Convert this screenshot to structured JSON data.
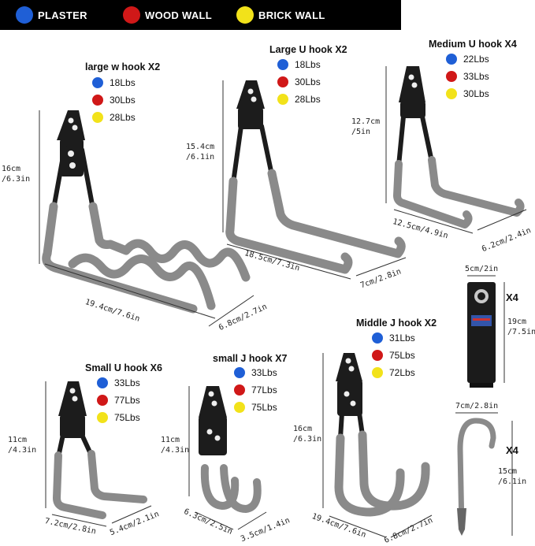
{
  "colors": {
    "plaster": "#1f5fd6",
    "wood": "#d01818",
    "brick": "#f2e21a",
    "hook_gray": "#8a8a8a",
    "plate": "#1c1c1c"
  },
  "legend": {
    "plaster": "PLASTER",
    "wood": "WOOD WALL",
    "brick": "BRICK WALL"
  },
  "hooks": {
    "large_w": {
      "title": "large w hook X2",
      "weights": [
        "18Lbs",
        "30Lbs",
        "28Lbs"
      ],
      "height": [
        "16cm",
        "/6.3in"
      ],
      "width": "19.4cm/7.6in",
      "depth": "6.8cm/2.7in"
    },
    "large_u": {
      "title": "Large U hook X2",
      "weights": [
        "18Lbs",
        "30Lbs",
        "28Lbs"
      ],
      "height": [
        "15.4cm",
        "/6.1in"
      ],
      "width": "18.5cm/7.3in",
      "depth": "7cm/2.8in"
    },
    "medium_u": {
      "title": "Medium U hook X4",
      "weights": [
        "22Lbs",
        "33Lbs",
        "30Lbs"
      ],
      "height": [
        "12.7cm",
        "/5in"
      ],
      "width": "12.5cm/4.9in",
      "depth": "6.2cm/2.4in"
    },
    "small_u": {
      "title": "Small U hook X6",
      "weights": [
        "33Lbs",
        "77Lbs",
        "75Lbs"
      ],
      "height": [
        "11cm",
        "/4.3in"
      ],
      "width": "7.2cm/2.8in",
      "depth": "5.4cm/2.1in"
    },
    "small_j": {
      "title": "small J hook X7",
      "weights": [
        "33Lbs",
        "77Lbs",
        "75Lbs"
      ],
      "height": [
        "11cm",
        "/4.3in"
      ],
      "width": "6.3cm/2.5in",
      "depth": "3.5cm/1.4in"
    },
    "middle_j": {
      "title": "Middle J hook X2",
      "weights": [
        "31Lbs",
        "75Lbs",
        "72Lbs"
      ],
      "height": [
        "16cm",
        "/6.3in"
      ],
      "width": "19.4cm/7.6in",
      "depth": "6.8cm/2.7in"
    }
  },
  "strap": {
    "width": "5cm/2in",
    "height": [
      "19cm",
      "/7.5in"
    ],
    "qty": "X4"
  },
  "screw_hook": {
    "width": "7cm/2.8in",
    "height": [
      "15cm",
      "/6.1in"
    ],
    "qty": "X4"
  }
}
